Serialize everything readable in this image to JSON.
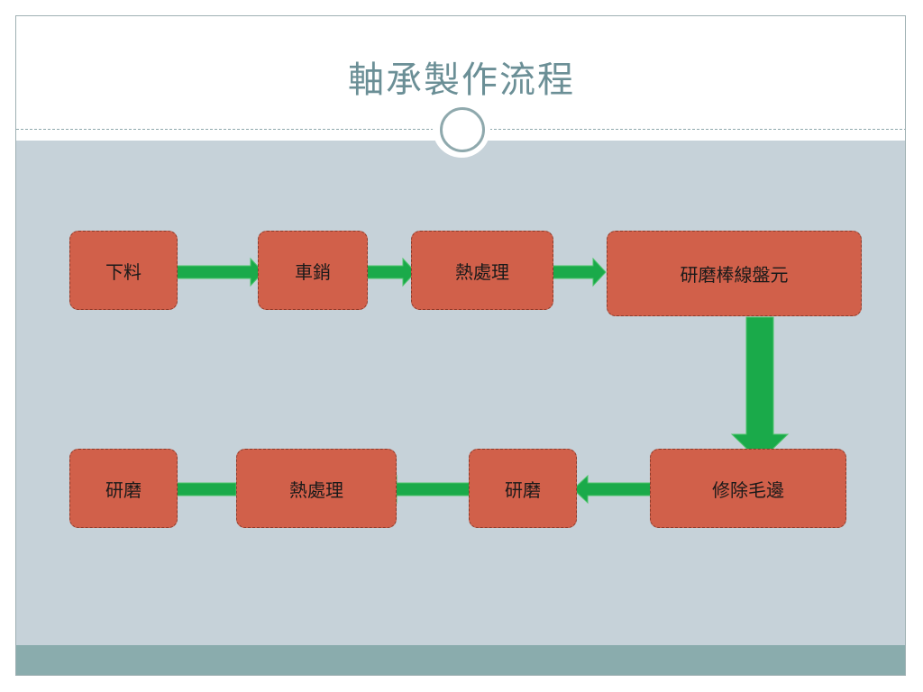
{
  "title": "軸承製作流程",
  "colors": {
    "node_fill": "#d1604a",
    "arrow_fill": "#1aaa4a",
    "content_bg": "#c6d2d9",
    "footer": "#8aacad",
    "title": "#6b8f96"
  },
  "steps": [
    {
      "label": "下料"
    },
    {
      "label": "車銷"
    },
    {
      "label": "熱處理"
    },
    {
      "label": "研磨棒線盤元"
    },
    {
      "label": "修除毛邊"
    },
    {
      "label": "研磨"
    },
    {
      "label": "熱處理"
    },
    {
      "label": "研磨"
    }
  ]
}
